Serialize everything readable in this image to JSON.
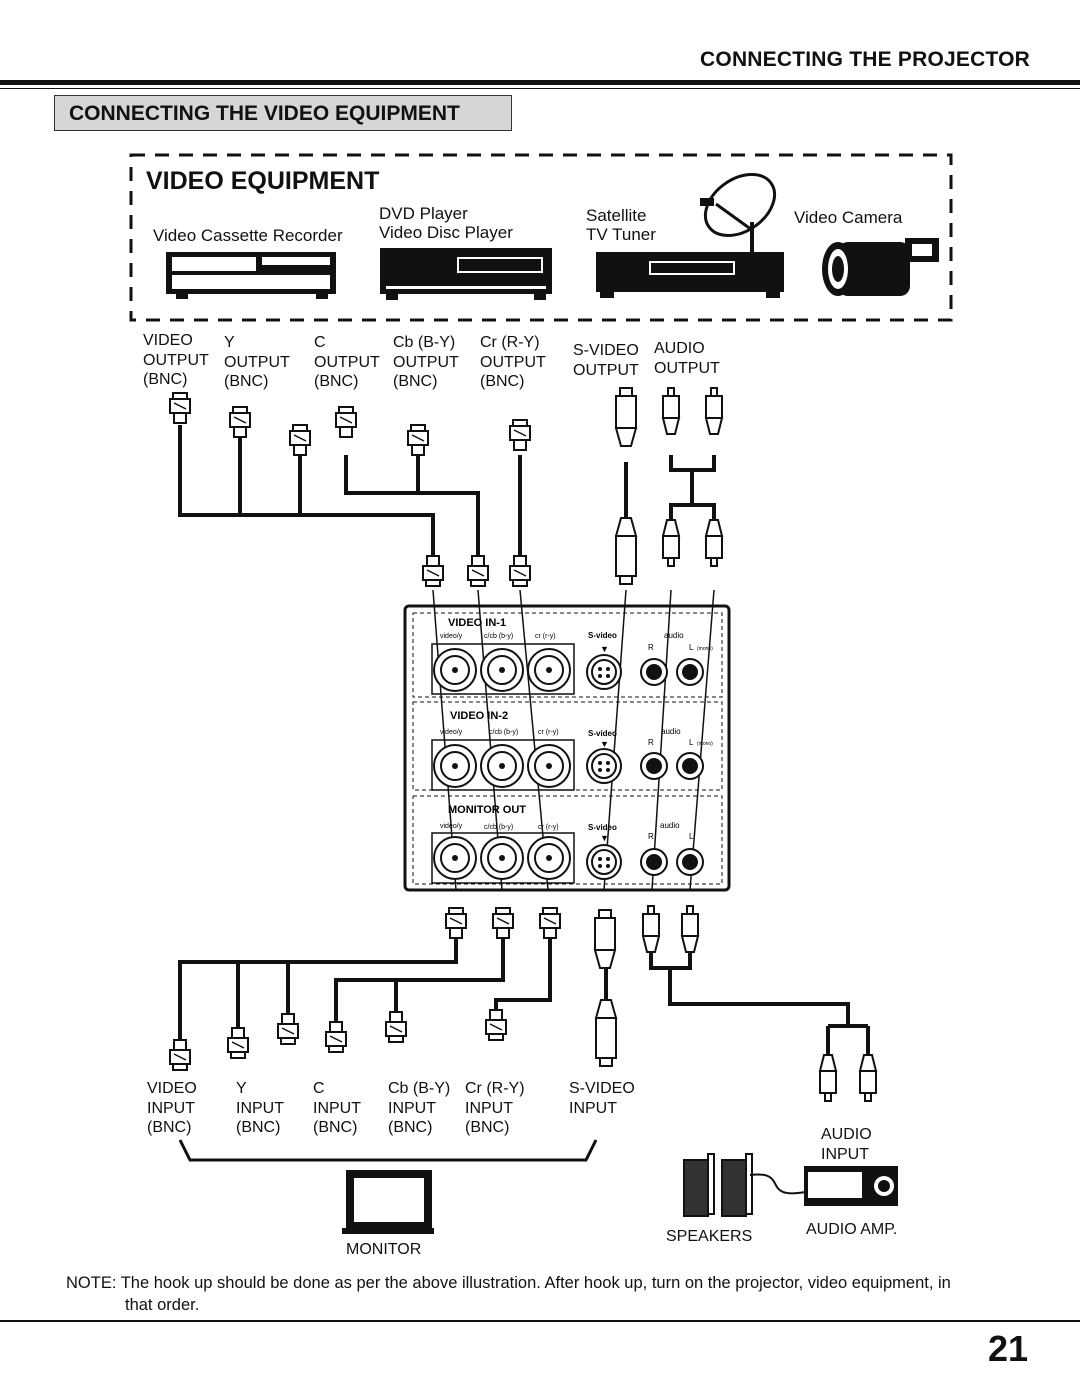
{
  "header": {
    "title": "CONNECTING THE PROJECTOR"
  },
  "section": {
    "title": "CONNECTING THE VIDEO EQUIPMENT"
  },
  "equipment": {
    "title": "VIDEO EQUIPMENT",
    "vcr": "Video Cassette Recorder",
    "dvd_line1": "DVD Player",
    "dvd_line2": "Video Disc Player",
    "sat_line1": "Satellite",
    "sat_line2": "TV Tuner",
    "camera": "Video Camera"
  },
  "outputs": {
    "video": [
      "VIDEO",
      "OUTPUT",
      "(BNC)"
    ],
    "y": [
      "Y",
      "OUTPUT",
      "(BNC)"
    ],
    "c": [
      "C",
      "OUTPUT",
      "(BNC)"
    ],
    "cb": [
      "Cb (B-Y)",
      "OUTPUT",
      "(BNC)"
    ],
    "cr": [
      "Cr (R-Y)",
      "OUTPUT",
      "(BNC)"
    ],
    "svideo": [
      "S-VIDEO",
      "OUTPUT"
    ],
    "audio": [
      "AUDIO",
      "OUTPUT"
    ]
  },
  "panel": {
    "in1": "VIDEO IN-1",
    "in2": "VIDEO IN-2",
    "monitor_out": "MONITOR OUT",
    "col_video": "video/y",
    "col_cb": "c/cb (b-y)",
    "col_cr": "cr (r-y)",
    "col_svideo": "S-video",
    "col_audio": "audio",
    "r": "R",
    "l": "L",
    "mono": "(mono)"
  },
  "inputs": {
    "video": [
      "VIDEO",
      "INPUT",
      "(BNC)"
    ],
    "y": [
      "Y",
      "INPUT",
      "(BNC)"
    ],
    "c": [
      "C",
      "INPUT",
      "(BNC)"
    ],
    "cb": [
      "Cb (B-Y)",
      "INPUT",
      "(BNC)"
    ],
    "cr": [
      "Cr (R-Y)",
      "INPUT",
      "(BNC)"
    ],
    "svideo": [
      "S-VIDEO",
      "INPUT"
    ],
    "audio": [
      "AUDIO",
      "INPUT"
    ]
  },
  "devices": {
    "monitor": "MONITOR",
    "speakers": "SPEAKERS",
    "amp": "AUDIO AMP."
  },
  "note": {
    "line1": "NOTE: The hook up should be done as per the above illustration. After hook up, turn on the projector, video equipment, in",
    "line2": "that order."
  },
  "page_number": "21"
}
